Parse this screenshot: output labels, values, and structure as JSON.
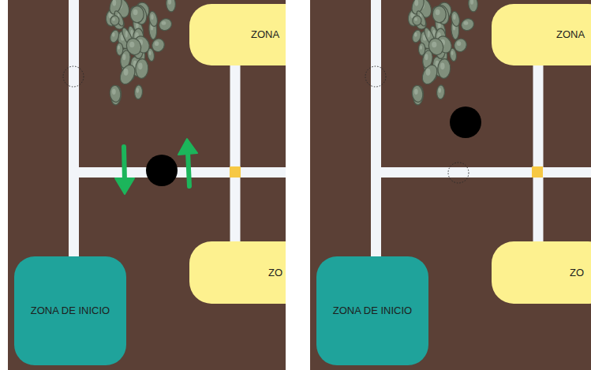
{
  "diagram": {
    "nodes": [
      {
        "text": [
          "ZONA"
        ]
      },
      {
        "text": [
          "ZO"
        ]
      },
      {
        "text": [
          "ZONA DE INICIO"
        ]
      },
      {
        "text": [
          "ZONA"
        ]
      },
      {
        "text": [
          "ZO"
        ]
      },
      {
        "text": [
          "ZONA DE INICIO"
        ]
      }
    ],
    "edges": [
      {
        "from": 0,
        "to": 1,
        "arrow": "none"
      },
      {
        "from": 3,
        "to": 4,
        "arrow": "none"
      }
    ]
  }
}
